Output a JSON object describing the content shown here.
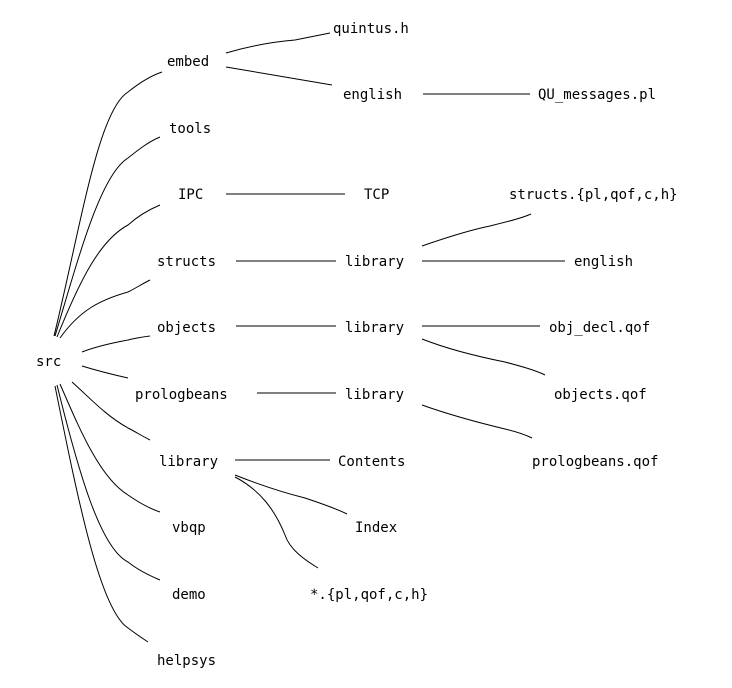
{
  "diagram": {
    "root": "src",
    "nodes": {
      "embed": "embed",
      "quintus_h": "quintus.h",
      "embed_english": "english",
      "qu_messages": "QU_messages.pl",
      "tools": "tools",
      "ipc": "IPC",
      "tcp": "TCP",
      "structs": "structs",
      "structs_library": "library",
      "structs_files": "structs.{pl,qof,c,h}",
      "structs_english": "english",
      "objects": "objects",
      "objects_library": "library",
      "obj_decl": "obj_decl.qof",
      "objects_qof": "objects.qof",
      "prologbeans": "prologbeans",
      "prologbeans_library": "library",
      "prologbeans_qof": "prologbeans.qof",
      "library": "library",
      "contents": "Contents",
      "index": "Index",
      "library_files": "*.{pl,qof,c,h}",
      "vbqp": "vbqp",
      "demo": "demo",
      "helpsys": "helpsys"
    }
  }
}
